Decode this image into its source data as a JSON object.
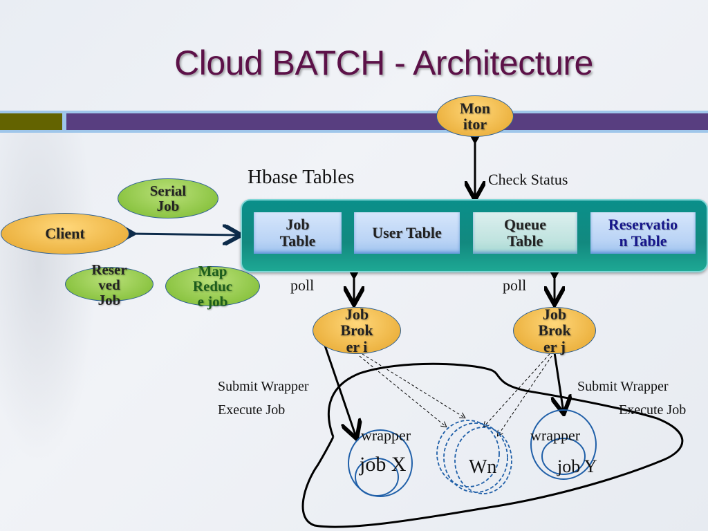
{
  "slide": {
    "title": "Cloud BATCH - Architecture"
  },
  "colors": {
    "title": "#5c1148",
    "band_olive": "#636300",
    "band_purple": "#583e80",
    "band_outline": "#9fc6ea",
    "node_orange": "#edb443",
    "node_green": "#8dc544",
    "hbase_container": "#0a8f8a",
    "table_box": "#b9d3f5",
    "circle_stroke": "#1f5fa8"
  },
  "nodes": {
    "monitor": "Mon itor",
    "monitor_lines": [
      "Mon",
      "itor"
    ],
    "client": "Client",
    "serial_job_lines": [
      "Serial",
      "Job"
    ],
    "reserved_job_lines": [
      "Reser",
      "ved",
      "Job"
    ],
    "mapreduce_job_lines": [
      "Map",
      "Reduc",
      "e job"
    ],
    "job_broker_i_lines": [
      "Job",
      "Brok",
      "er i"
    ],
    "job_broker_j_lines": [
      "Job",
      "Brok",
      "er j"
    ]
  },
  "hbase": {
    "title": "Hbase Tables",
    "tables": [
      {
        "lines": [
          "Job",
          "Table"
        ]
      },
      {
        "lines": [
          "User Table"
        ]
      },
      {
        "lines": [
          "Queue",
          "Table"
        ]
      },
      {
        "lines": [
          "Reservatio",
          "n Table"
        ]
      }
    ]
  },
  "labels": {
    "check_status": "Check Status",
    "poll_left": "poll",
    "poll_right": "poll",
    "submit_wrapper_left": "Submit Wrapper",
    "execute_job_left": "Execute Job",
    "submit_wrapper_right": "Submit Wrapper",
    "execute_job_right": "Execute Job",
    "wrapper_left": "wrapper",
    "wrapper_right": "wrapper",
    "job_x": "job X",
    "wn": "Wn",
    "job_y": "job Y"
  }
}
